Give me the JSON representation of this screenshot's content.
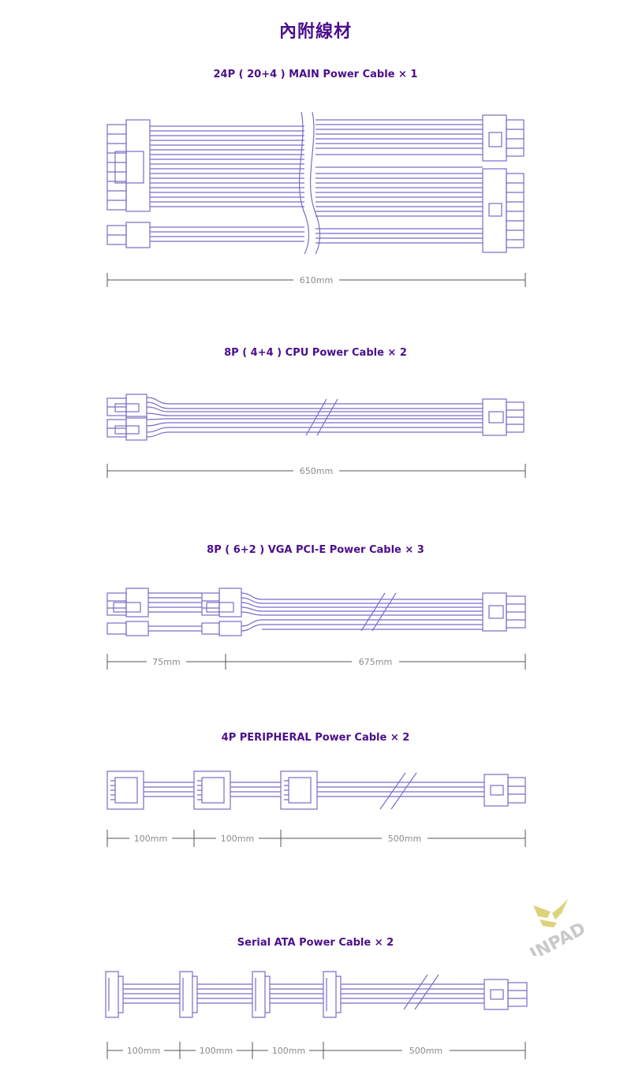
{
  "page": {
    "title": "內附線材"
  },
  "brand": {
    "logo_text": "INPAD",
    "logo_color": "#dcd27a",
    "logo_text_color": "#c9c9c9"
  },
  "colors": {
    "title": "#4a0f8c",
    "line": "#7d6bc6",
    "dimension": "#8a8a8a"
  },
  "cables": [
    {
      "title": "24P ( 20+4 ) MAIN Power Cable × 1",
      "dimensions": [
        "610mm"
      ]
    },
    {
      "title": "8P ( 4+4 ) CPU Power Cable × 2",
      "dimensions": [
        "650mm"
      ]
    },
    {
      "title": "8P ( 6+2 ) VGA PCI-E Power Cable × 3",
      "dimensions": [
        "75mm",
        "675mm"
      ]
    },
    {
      "title": "4P PERIPHERAL Power Cable × 2",
      "dimensions": [
        "100mm",
        "100mm",
        "500mm"
      ]
    },
    {
      "title": "Serial ATA Power Cable × 2",
      "dimensions": [
        "100mm",
        "100mm",
        "100mm",
        "500mm"
      ]
    }
  ]
}
